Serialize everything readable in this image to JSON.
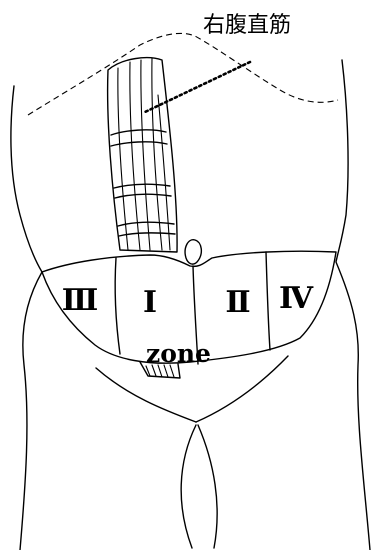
{
  "muscle_label": "右腹直筋",
  "zones": {
    "zone_iii": "Ⅲ",
    "zone_i": "Ⅰ",
    "zone_ii": "Ⅱ",
    "zone_iv": "Ⅳ"
  },
  "zone_caption": "zone"
}
